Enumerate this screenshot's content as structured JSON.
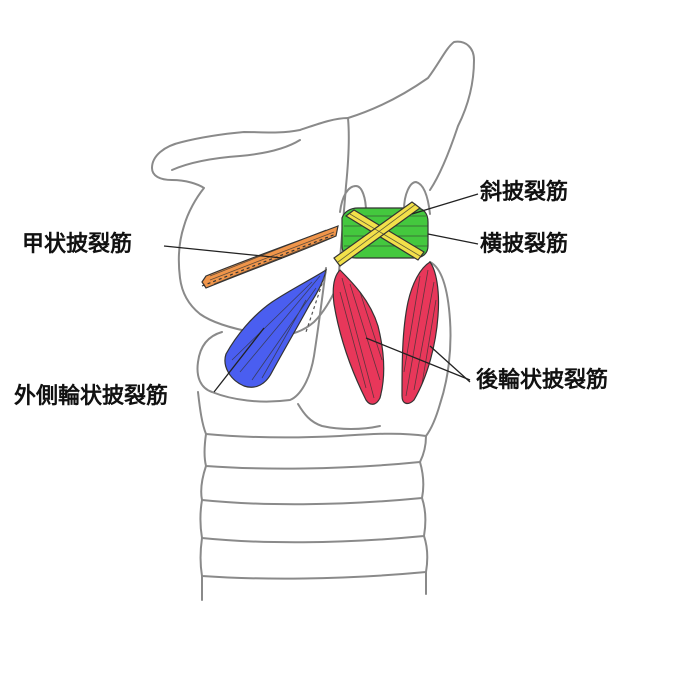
{
  "labels": {
    "thyroarytenoid": "甲状披裂筋",
    "oblique_arytenoid": "斜披裂筋",
    "transverse_arytenoid": "横披裂筋",
    "lateral_cricoarytenoid": "外側輪状披裂筋",
    "posterior_cricoarytenoid": "後輪状披裂筋"
  },
  "colors": {
    "thyroarytenoid": "#f0954a",
    "oblique_arytenoid": "#f2e04a",
    "transverse_arytenoid": "#44c83e",
    "lateral_cricoarytenoid": "#4a5ef0",
    "posterior_cricoarytenoid": "#e8375a",
    "outline": "#8a8a8a"
  }
}
